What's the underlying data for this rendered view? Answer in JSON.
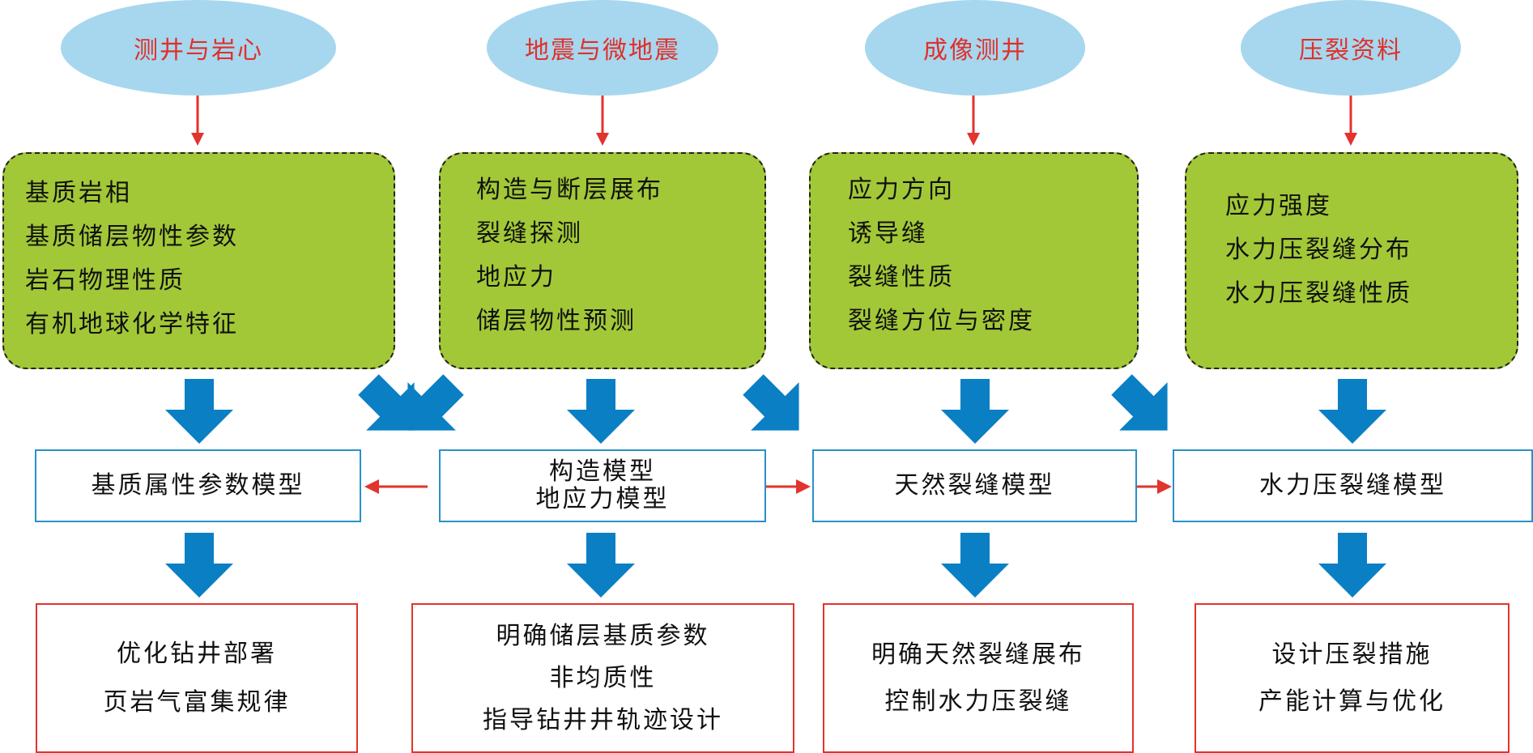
{
  "sources": [
    "测井与岩心",
    "地震与微地震",
    "成像测井",
    "压裂资料"
  ],
  "green_boxes": [
    [
      "基质岩相",
      "基质储层物性参数",
      "岩石物理性质",
      "有机地球化学特征"
    ],
    [
      "构造与断层展布",
      "裂缝探测",
      "地应力",
      "储层物性预测"
    ],
    [
      "应力方向",
      "诱导缝",
      "裂缝性质",
      "裂缝方位与密度"
    ],
    [
      "应力强度",
      "水力压裂缝分布",
      "水力压裂缝性质"
    ]
  ],
  "models": [
    [
      "基质属性参数模型"
    ],
    [
      "构造模型",
      "地应力模型"
    ],
    [
      "天然裂缝模型"
    ],
    [
      "水力压裂缝模型"
    ]
  ],
  "outcomes": [
    [
      "优化钻井部署",
      "页岩气富集规律"
    ],
    [
      "明确储层基质参数",
      "非均质性",
      "指导钻井井轨迹设计"
    ],
    [
      "明确天然裂缝展布",
      "控制水力压裂缝"
    ],
    [
      "设计压裂措施",
      "产能计算与优化"
    ]
  ],
  "colors": {
    "ellipse_fill": "#a7d7ee",
    "ellipse_text": "#e0302a",
    "green_fill": "#a2c837",
    "big_arrow": "#0a7fc4",
    "red_arrow": "#e2332d",
    "model_border": "#2a90c9",
    "outcome_border": "#e2332d"
  }
}
